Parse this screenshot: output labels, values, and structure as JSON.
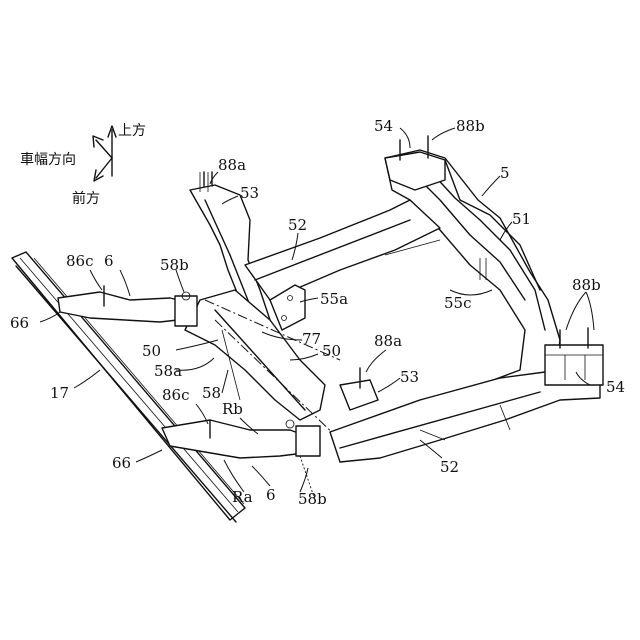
{
  "orientation": {
    "up": "上方",
    "width": "車幅方向",
    "front": "前方"
  },
  "labels": {
    "l54_top": "54",
    "l88b_top": "88b",
    "l5": "5",
    "l88a_left": "88a",
    "l53_left": "53",
    "l52_top": "52",
    "l51": "51",
    "l86c_top": "86c",
    "l6_top": "6",
    "l58b_top": "58b",
    "l55a": "55a",
    "l55c": "55c",
    "l88b_right": "88b",
    "l66_top": "66",
    "l77": "77",
    "l50_left": "50",
    "l50_right": "50",
    "l88a_right": "88a",
    "l58a": "58a",
    "l53_right": "53",
    "l54_right": "54",
    "l17": "17",
    "l58": "58",
    "l86c_bottom": "86c",
    "lRb": "Rb",
    "l52_bottom": "52",
    "l66_bottom": "66",
    "l6_bottom": "6",
    "lRa": "Ra",
    "l58b_bottom": "58b"
  }
}
